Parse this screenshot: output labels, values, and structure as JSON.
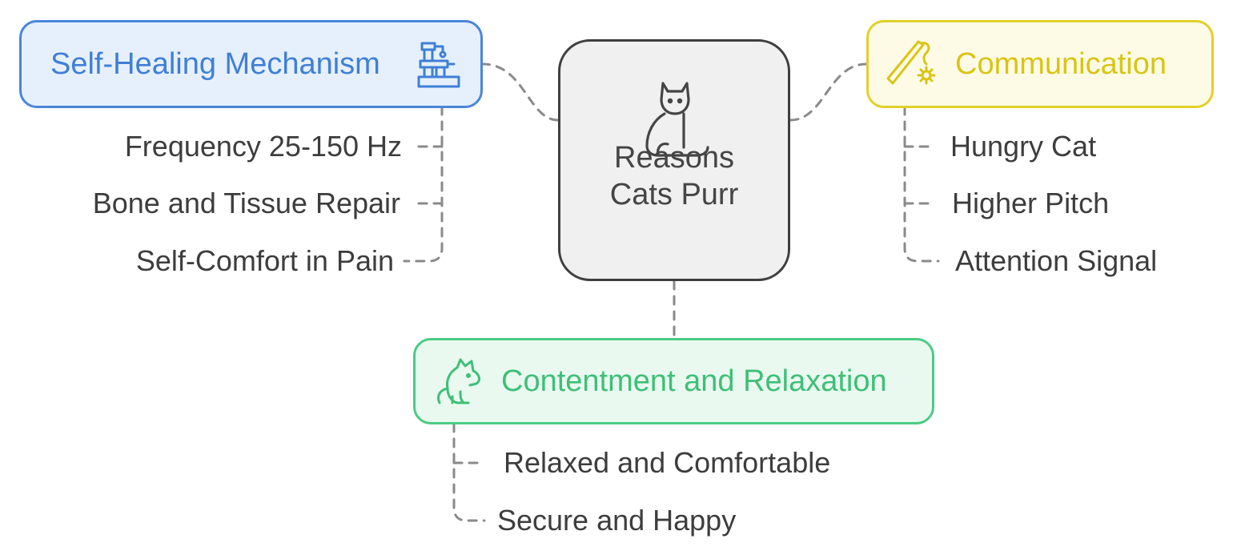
{
  "center": {
    "title": "Reasons Cats Purr",
    "icon": "sitting-cat-icon"
  },
  "branches": {
    "healing": {
      "title": "Self-Healing Mechanism",
      "icon": "cat-tree-icon",
      "items": [
        "Frequency 25-150 Hz",
        "Bone and Tissue Repair",
        "Self-Comfort in Pain"
      ]
    },
    "communication": {
      "title": "Communication",
      "icon": "feather-wand-toy-icon",
      "items": [
        "Hungry Cat",
        "Higher Pitch",
        "Attention Signal"
      ]
    },
    "contentment": {
      "title": "Contentment and Relaxation",
      "icon": "cat-face-icon",
      "items": [
        "Relaxed and Comfortable",
        "Secure and Happy"
      ]
    }
  },
  "colors": {
    "healing_border": "#4a86d9",
    "healing_fill": "#e6f0fc",
    "healing_text": "#3f7fd6",
    "communication_border": "#e3cf2a",
    "communication_fill": "#fdfbe6",
    "communication_text": "#d9c514",
    "contentment_border": "#4ccb85",
    "contentment_fill": "#e9f9f0",
    "contentment_text": "#3fbf77",
    "center_border": "#3f3f3f",
    "center_fill": "#f0f0f0",
    "leaf_text": "#3d3d3d",
    "connector": "#8a8a8a"
  }
}
